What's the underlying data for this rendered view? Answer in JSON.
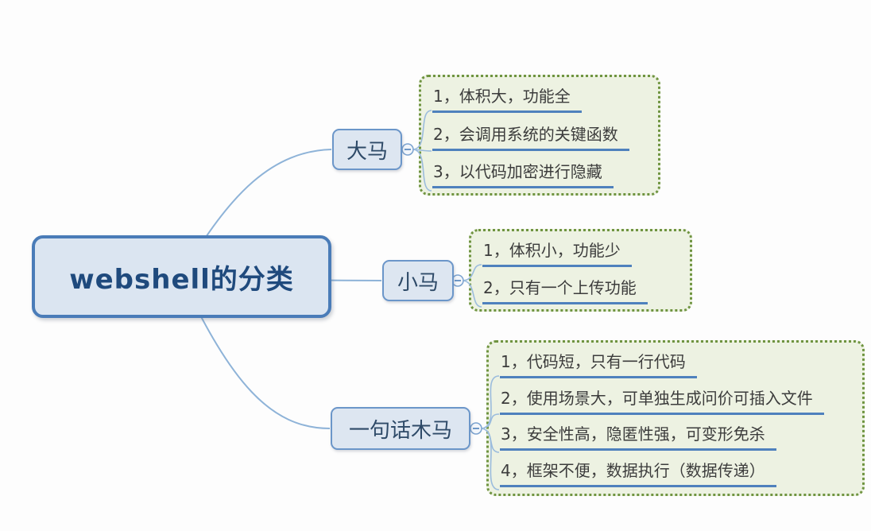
{
  "root": {
    "label": "webshell的分类"
  },
  "branches": [
    {
      "label": "大马",
      "items": [
        "1，体积大，功能全",
        "2，会调用系统的关键函数",
        "3，以代码加密进行隐藏"
      ]
    },
    {
      "label": "小马",
      "items": [
        "1，体积小，功能少",
        "2，只有一个上传功能"
      ]
    },
    {
      "label": "一句话木马",
      "items": [
        "1，代码短，只有一行代码",
        "2，使用场景大，可单独生成问价可插入文件",
        "3，安全性高，隐匿性强，可变形免杀",
        "4，框架不便，数据执行（数据传递）"
      ]
    }
  ],
  "colors": {
    "canvas_bg": "#fdfdfd",
    "root_fill": "#dbe5f1",
    "root_border": "#4a7cb8",
    "root_text": "#1f4a7d",
    "branch_fill": "#dde6f1",
    "branch_border": "#6b96c9",
    "branch_text": "#2e4a68",
    "group_fill": "#edf2e2",
    "group_border": "#6f9440",
    "item_text": "#3c3c3c",
    "underline": "#4f81bd",
    "connector": "#8eb3d8"
  },
  "icons": {
    "collapse": "minus"
  }
}
